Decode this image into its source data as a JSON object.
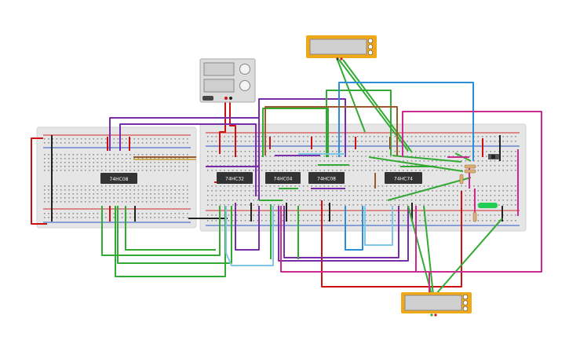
{
  "colors": {
    "background": "#ffffff",
    "breadboard": "#e6e6e6",
    "breadboard_edge": "#d2d2d2",
    "hole": "#8f8f8f",
    "rail_red": "#d22b2b",
    "rail_blue": "#2b55c8",
    "chip": "#333333",
    "chip_text": "#ffffff",
    "lcd_frame": "#f0a818",
    "lcd_screen": "#cfcfcf",
    "psu_body": "#dcdcdc",
    "wire_red": "#cc1111",
    "wire_green": "#33aa33",
    "wire_purple": "#7a2da8",
    "wire_magenta": "#cc2a8c",
    "wire_blue": "#2a8fd6",
    "wire_lightblue": "#7fc6e6",
    "wire_brown": "#9a5a2a",
    "wire_black": "#222222",
    "led_green": "#22cc55"
  },
  "chips": [
    {
      "label": "74HC08"
    },
    {
      "label": "74HC32"
    },
    {
      "label": "74HC04"
    },
    {
      "label": "74HC08"
    },
    {
      "label": "74HC74"
    }
  ],
  "displays": {
    "top": {
      "name": "lcd-display-top"
    },
    "bottom": {
      "name": "lcd-display-bottom"
    }
  },
  "power_supply": {
    "name": "power-supply"
  },
  "led_label": "",
  "icons": [
    "lcd-knob-icon",
    "psu-knob-icon",
    "psu-switch-icon"
  ]
}
